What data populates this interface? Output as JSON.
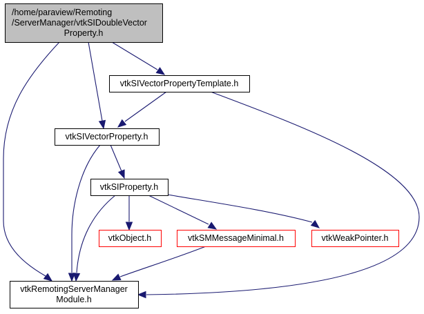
{
  "diagram": {
    "type": "include-dependency-graph",
    "colors": {
      "edge": "#191970",
      "root_fill": "#bfbfbf",
      "root_border": "#000000",
      "documented_border": "#000000",
      "undocumented_border": "#ff0000",
      "node_fill": "#ffffff"
    },
    "nodes": [
      {
        "id": "root",
        "lines": [
          "/home/paraview/Remoting",
          "/ServerManager/vtkSIDoubleVector",
          "Property.h"
        ],
        "style": "root"
      },
      {
        "id": "template",
        "lines": [
          "vtkSIVectorPropertyTemplate.h"
        ],
        "style": "documented"
      },
      {
        "id": "vectorprop",
        "lines": [
          "vtkSIVectorProperty.h"
        ],
        "style": "documented"
      },
      {
        "id": "siprop",
        "lines": [
          "vtkSIProperty.h"
        ],
        "style": "documented"
      },
      {
        "id": "object",
        "lines": [
          "vtkObject.h"
        ],
        "style": "undocumented"
      },
      {
        "id": "smmsg",
        "lines": [
          "vtkSMMessageMinimal.h"
        ],
        "style": "undocumented"
      },
      {
        "id": "weakptr",
        "lines": [
          "vtkWeakPointer.h"
        ],
        "style": "undocumented"
      },
      {
        "id": "module",
        "lines": [
          "vtkRemotingServerManager",
          "Module.h"
        ],
        "style": "documented"
      }
    ],
    "edges": [
      {
        "from": "root",
        "to": "template"
      },
      {
        "from": "root",
        "to": "vectorprop"
      },
      {
        "from": "root",
        "to": "module"
      },
      {
        "from": "template",
        "to": "vectorprop"
      },
      {
        "from": "template",
        "to": "module"
      },
      {
        "from": "vectorprop",
        "to": "siprop"
      },
      {
        "from": "vectorprop",
        "to": "module"
      },
      {
        "from": "siprop",
        "to": "object"
      },
      {
        "from": "siprop",
        "to": "smmsg"
      },
      {
        "from": "siprop",
        "to": "weakptr"
      },
      {
        "from": "siprop",
        "to": "module"
      },
      {
        "from": "smmsg",
        "to": "module"
      }
    ]
  }
}
